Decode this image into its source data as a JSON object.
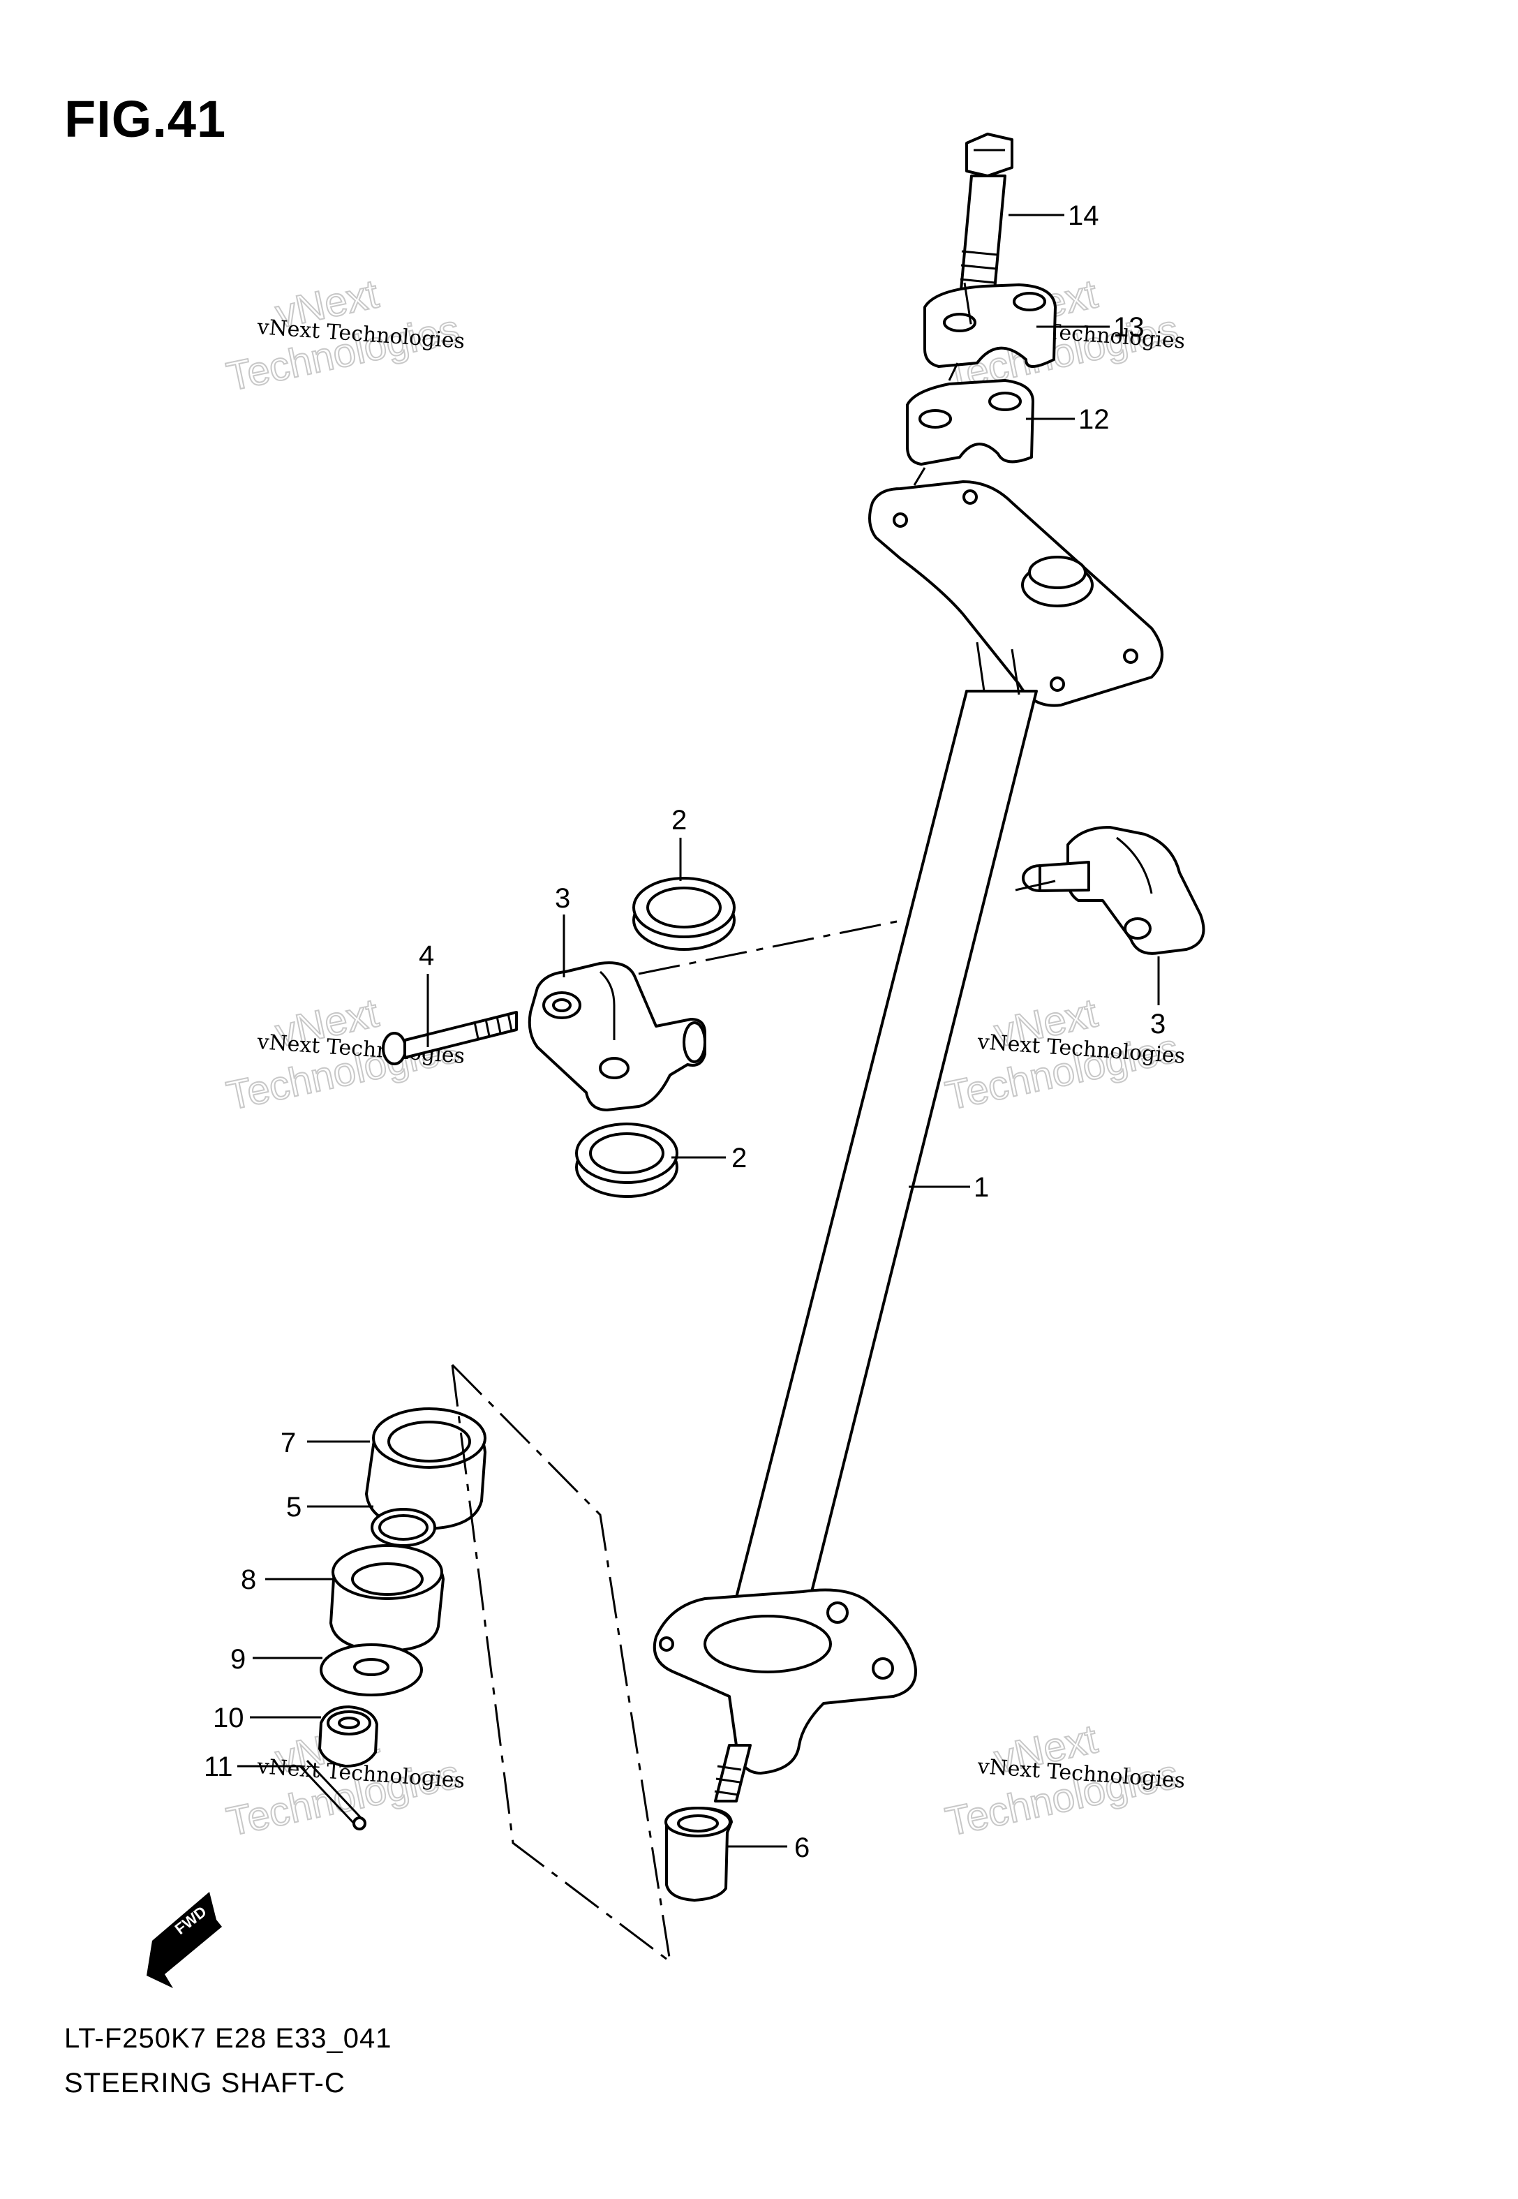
{
  "figure": {
    "title": "FIG.41"
  },
  "footer": {
    "model_code": "LT-F250K7 E28 E33_041",
    "caption": "STEERING SHAFT-C"
  },
  "watermark": {
    "company": "vNext Technologies",
    "ghost_word_1": "vNext",
    "ghost_word_2": "Technologies"
  },
  "fwd_label": "FWD",
  "callouts": [
    "14",
    "13",
    "12",
    "2",
    "3",
    "4",
    "3",
    "2",
    "1",
    "7",
    "5",
    "8",
    "9",
    "10",
    "11",
    "6"
  ]
}
